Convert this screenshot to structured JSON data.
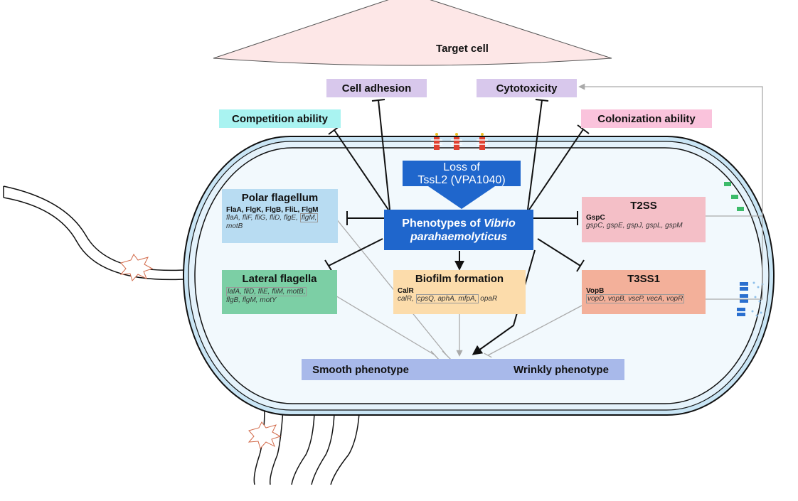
{
  "target_cell": "Target cell",
  "outer_labels": {
    "cell_adhesion": "Cell adhesion",
    "cytotoxicity": "Cytotoxicity",
    "competition": "Competition ability",
    "colonization": "Colonization ability"
  },
  "loss": {
    "line1": "Loss of",
    "line2": "TssL2 (VPA1040)"
  },
  "phenotypes": {
    "prefix": "Phenotypes of ",
    "italic1": "Vibrio",
    "italic2": "parahaemolyticus"
  },
  "polar": {
    "title": "Polar flagellum",
    "proteins": "FlaA, FlgK, FlgB, FliL, FlgM",
    "genes_a": "flaA, fliF, fliG, fliD, flgE,",
    "genes_hl": "flgM,",
    "genes_b": "motB"
  },
  "lateral": {
    "title": "Lateral flagella",
    "genes_hl": "lafA, fliD, fliE, fliM, motB,",
    "genes_b": "flgB, flgM, motY"
  },
  "biofilm": {
    "title": "Biofilm formation",
    "proteins": "CalR",
    "genes_a": "calR,",
    "genes_hl": "cpsQ, aphA, mfpA,",
    "genes_b": "opaR"
  },
  "t2ss": {
    "title": "T2SS",
    "proteins": "GspC",
    "genes": "gspC, gspE, gspJ, gspL, gspM"
  },
  "t3ss1": {
    "title": "T3SS1",
    "proteins": "VopB",
    "genes_hl": "vopD, vopB, vscP, vecA, vopR"
  },
  "smooth_wrinkly": {
    "smooth": "Smooth phenotype",
    "wrinkly": "Wrinkly phenotype"
  },
  "colors": {
    "cell_fill": "#f2f9fd",
    "membrane": "#c9e5f5",
    "competition": "#a9f3f1",
    "adhesion": "#d8c8ec",
    "colonization": "#fac3dc",
    "polar": "#b8dcf2",
    "lateral": "#7ccfa5",
    "biofilm": "#fcdcab",
    "t2ss": "#f4bfc7",
    "t3ss1": "#f3b09a",
    "phenotype_box": "#1f66cc",
    "smooth_bar": "#a8b9ea",
    "target_cell": "#fde7e7"
  }
}
